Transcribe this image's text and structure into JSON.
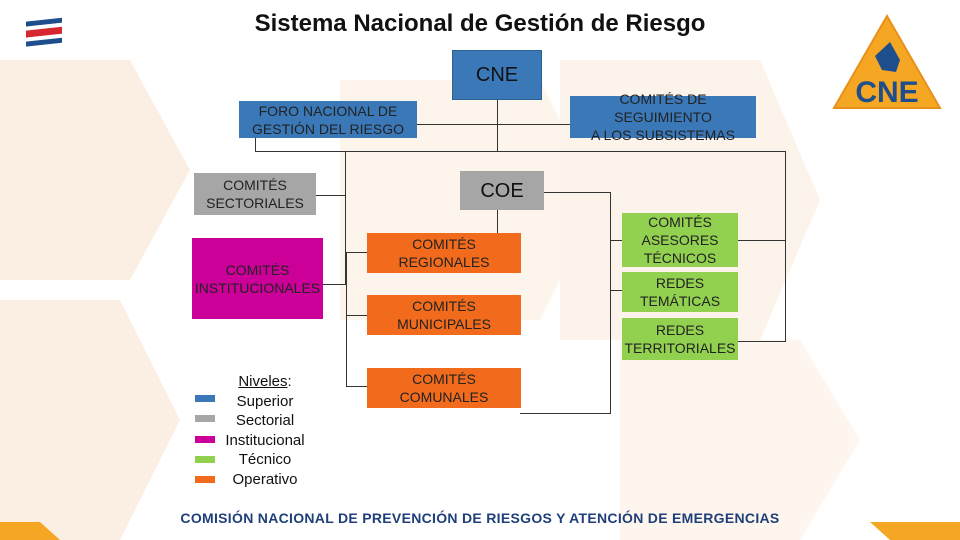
{
  "title": "Sistema Nacional de Gestión de Riesgo",
  "logo_text": "CNE",
  "footer": "COMISIÓN NACIONAL DE PREVENCIÓN DE RIESGOS Y ATENCIÓN DE EMERGENCIAS",
  "colors": {
    "superior": "#3a78b8",
    "sectorial": "#a6a6a6",
    "institucional": "#cc0099",
    "tecnico": "#92d050",
    "operativo": "#f26b1d",
    "logo_orange": "#f5a623",
    "logo_blue": "#1f4e8c"
  },
  "nodes": {
    "cne": "CNE",
    "foro": "FORO NACIONAL DE\nGESTIÓN DEL RIESGO",
    "seguimiento": "COMITÉS DE SEGUIMIENTO\nA LOS SUBSISTEMAS",
    "sectoriales": "COMITÉS\nSECTORIALES",
    "coe": "COE",
    "institucionales": "COMITÉS\nINSTITUCIONALES",
    "regionales": "COMITÉS\nREGIONALES",
    "municipales": "COMITÉS\nMUNICIPALES",
    "comunales": "COMITÉS\nCOMUNALES",
    "asesores": "COMITÉS\nASESORES\nTÉCNICOS",
    "tematicas": "REDES\nTEMÁTICAS",
    "territoriales": "REDES\nTERRITORIALES"
  },
  "legend": {
    "heading": "Niveles",
    "colon": ":",
    "items": [
      "Superior",
      "Sectorial",
      "Institucional",
      "Técnico",
      "Operativo"
    ]
  }
}
